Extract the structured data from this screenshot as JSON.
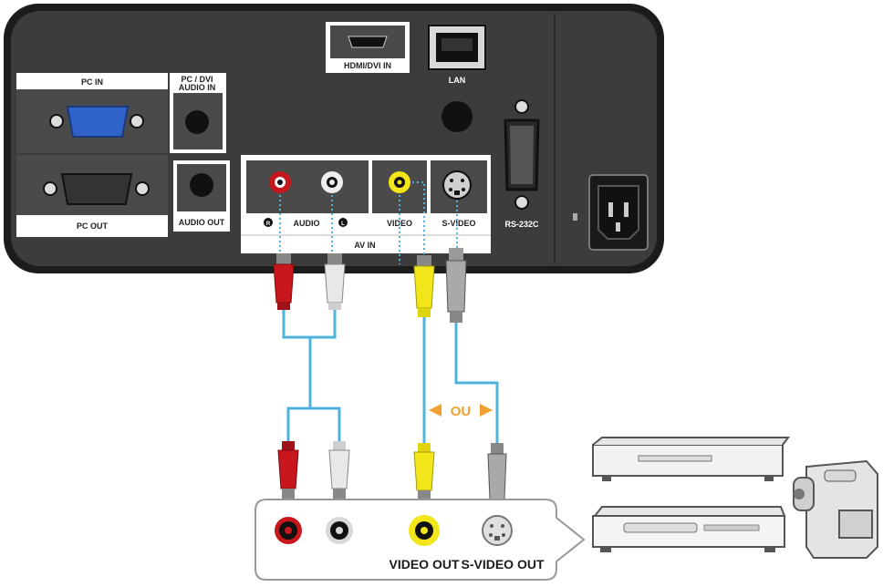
{
  "panel": {
    "pc_in": "PC IN",
    "pc_dvi_audio_in": [
      "PC / DVI",
      "AUDIO IN"
    ],
    "pc_out": "PC OUT",
    "audio_out": "AUDIO OUT",
    "hdmi_dvi_in": "HDMI/DVI IN",
    "lan": "LAN",
    "audio": "AUDIO",
    "audio_left_mark": "L",
    "audio_right_mark": "R",
    "video": "VIDEO",
    "s_video": "S-VIDEO",
    "av_in": "AV IN",
    "rs232c": "RS-232C"
  },
  "source_panel": {
    "video_out": "VIDEO OUT",
    "s_video_out": "S-VIDEO OUT"
  },
  "or_label": "OU",
  "colors": {
    "panel_body": "#3c3c3c",
    "cable": "#4fb4dc",
    "audio_red": "#c8161d",
    "video_yellow": "#f2e61a",
    "or_arrow": "#f0a030"
  }
}
